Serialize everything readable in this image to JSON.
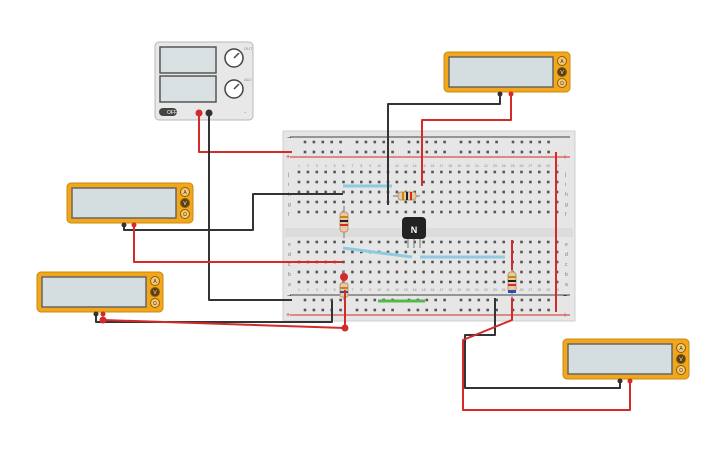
{
  "power_supply": {
    "knob_labels": [
      "OUT",
      "ADJ"
    ],
    "switch_label": "OFF"
  },
  "breadboard": {
    "rail_plus": "+",
    "rail_minus": "−",
    "row_labels_top": [
      "j",
      "i",
      "h",
      "g",
      "f"
    ],
    "row_labels_bottom": [
      "e",
      "d",
      "c",
      "b",
      "a"
    ],
    "column_numbers": [
      "1",
      "2",
      "3",
      "4",
      "5",
      "6",
      "7",
      "8",
      "9",
      "10",
      "11",
      "12",
      "13",
      "14",
      "15",
      "16",
      "17",
      "18",
      "19",
      "20",
      "21",
      "22",
      "23",
      "24",
      "25",
      "26",
      "27",
      "28",
      "29",
      "30"
    ]
  },
  "transistor": {
    "label": "N"
  },
  "multimeters": [
    {
      "id": "mm1",
      "modes": [
        "A",
        "V",
        "Ω"
      ]
    },
    {
      "id": "mm2",
      "modes": [
        "A",
        "V",
        "Ω"
      ]
    },
    {
      "id": "mm3",
      "modes": [
        "A",
        "V",
        "Ω"
      ]
    },
    {
      "id": "mm4",
      "modes": [
        "A",
        "V",
        "Ω"
      ]
    }
  ],
  "colors": {
    "wire_red": "#d42a2a",
    "wire_black": "#333333",
    "multimeter_body": "#f2a71b",
    "multimeter_screen": "#d4dde0",
    "jumper_blue": "#8ecbe0",
    "jumper_green": "#54b84a"
  }
}
